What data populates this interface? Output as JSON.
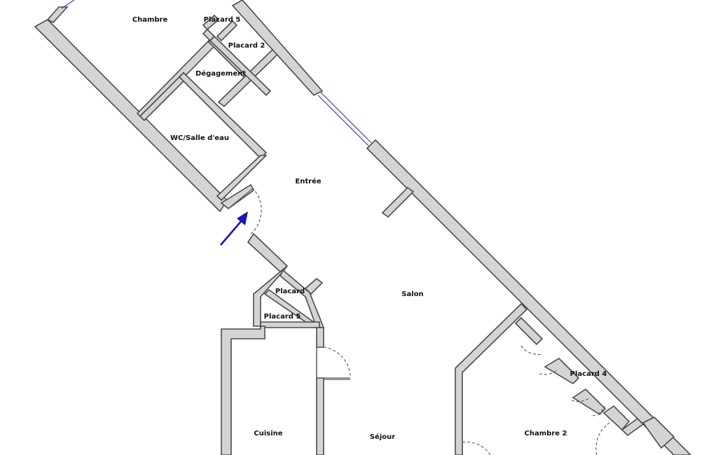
{
  "rooms": {
    "chambre": "Chambre",
    "placard5_top": "Placard 5",
    "placard2": "Placard 2",
    "degagement": "Dégagement",
    "wc": "WC/Salle d'eau",
    "entree": "Entrée",
    "salon": "Salon",
    "placard": "Placard",
    "placard5_mid": "Placard 5",
    "cuisine": "Cuisine",
    "sejour": "Séjour",
    "placard4": "Placard 4",
    "chambre2": "Chambre 2"
  },
  "icons": {
    "entry_arrow": "entrance-arrow-icon"
  },
  "colors": {
    "wall_fill": "#d4d4d4",
    "wall_stroke": "#4a4a4a",
    "glazing": "#3b3bd1",
    "entry_arrow": "#1a16b8"
  }
}
